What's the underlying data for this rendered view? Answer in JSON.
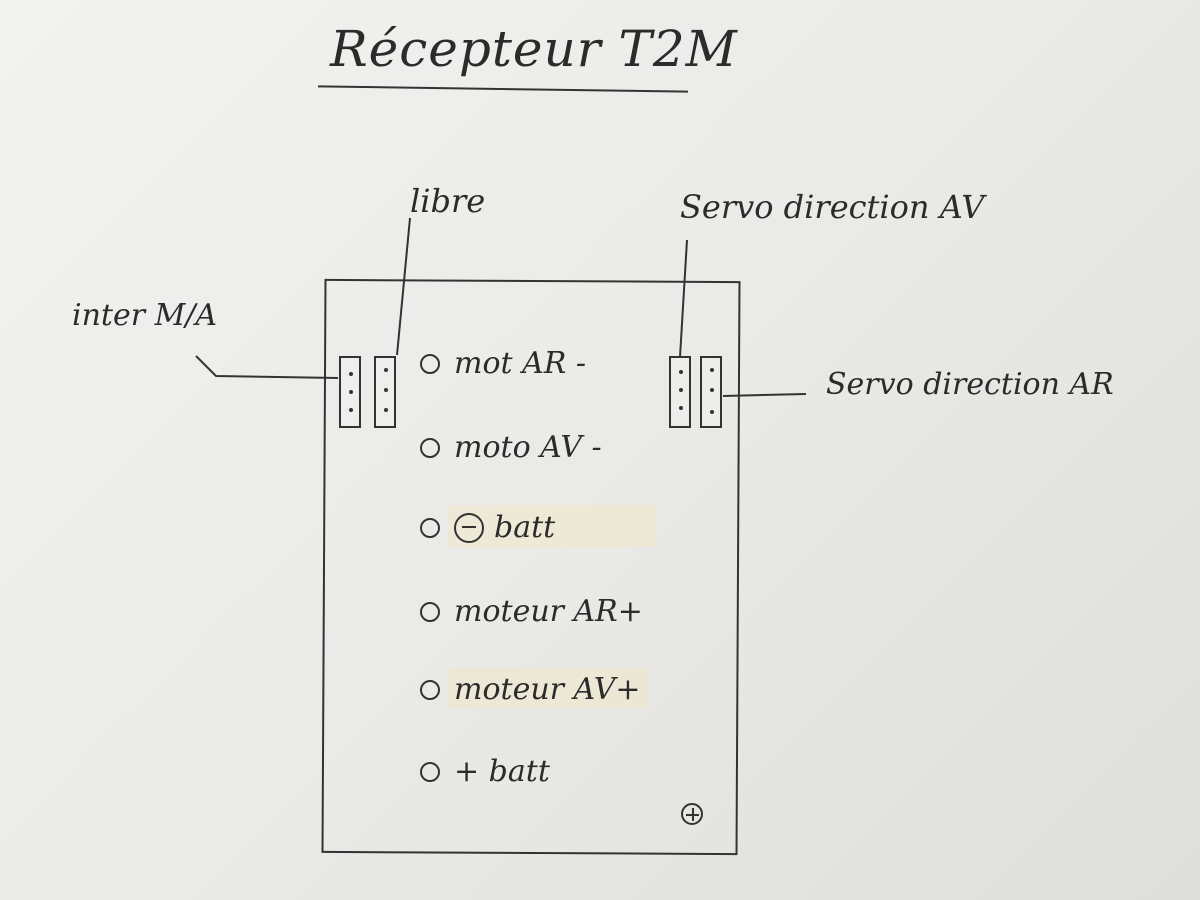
{
  "title": "Récepteur T2M",
  "labels": {
    "inter": "inter M/A",
    "libre": "libre",
    "servo_av": "Servo direction AV",
    "servo_ar": "Servo direction AR"
  },
  "terminals": [
    {
      "label": "mot AR -"
    },
    {
      "label": "moto AV -"
    },
    {
      "label": "batt",
      "prefix_icon": "minus-circle-icon"
    },
    {
      "label": "moteur AR+"
    },
    {
      "label": "moteur AV+"
    },
    {
      "label": "+ batt"
    }
  ],
  "colors": {
    "ink": "#2b2b2b",
    "paper": "#ececea"
  }
}
